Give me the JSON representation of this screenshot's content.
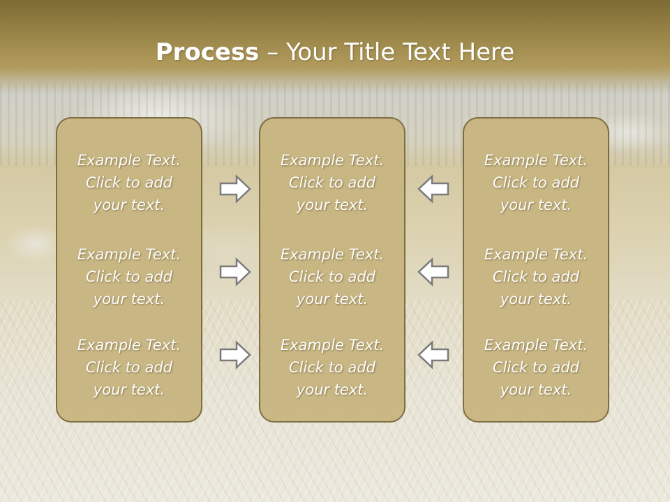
{
  "slide": {
    "title_bold": "Process",
    "title_rest": " – Your Title Text Here"
  },
  "panels": [
    {
      "blocks": [
        [
          "Example Text.",
          "Click  to add",
          "your text."
        ],
        [
          "Example Text.",
          "Click  to add",
          "your text."
        ],
        [
          "Example Text.",
          "Click  to add",
          "your text."
        ]
      ]
    },
    {
      "blocks": [
        [
          "Example Text.",
          "Click  to add",
          "your text."
        ],
        [
          "Example Text.",
          "Click  to add",
          "your text."
        ],
        [
          "Example Text.",
          "Click  to add",
          "your text."
        ]
      ]
    },
    {
      "blocks": [
        [
          "Example Text.",
          "Click  to add",
          "your text."
        ],
        [
          "Example Text.",
          "Click  to add",
          "your text."
        ],
        [
          "Example Text.",
          "Click  to add",
          "your text."
        ]
      ]
    }
  ],
  "arrows": {
    "left_group": "arrow-right-icon",
    "right_group": "arrow-left-icon",
    "fill": "#ffffff",
    "stroke": "#7a7a7a"
  },
  "colors": {
    "panel_fill": "#c8b682",
    "panel_border": "#7b6a3d",
    "header_band": "#9a8548"
  }
}
